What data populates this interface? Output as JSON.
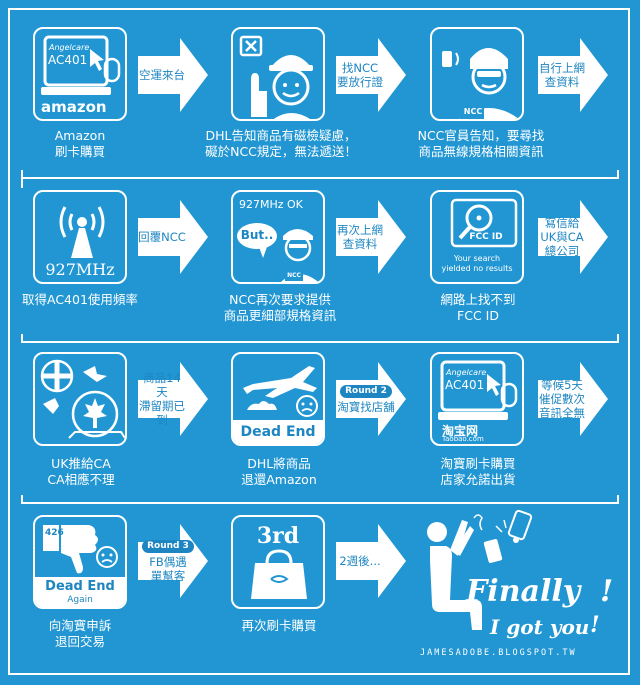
{
  "steps": {
    "s1": {
      "caption": "Amazon\n刷卡購買",
      "brand": "Angelcare",
      "model": "AC401",
      "store": "amazon"
    },
    "s2": {
      "caption": "DHL告知商品有磁檢疑慮，\n礙於NCC規定，無法遞送！"
    },
    "s3": {
      "caption": "NCC官員告知，要尋找\n商品無線規格相關資訊",
      "badge": "NCC"
    },
    "s4": {
      "caption": "取得AC401使用頻率",
      "freq": "927MHz"
    },
    "s5": {
      "caption": "NCC再次要求提供\n商品更細部規格資訊",
      "ok_text": "927MHz OK",
      "but_text": "But..",
      "badge": "NCC"
    },
    "s6": {
      "caption": "網路上找不到\nFCC ID",
      "fcc": "FCC ID",
      "search_text": "Your search\nyielded no results"
    },
    "s7": {
      "caption": "UK推給CA\nCA相應不理"
    },
    "s8": {
      "caption": "DHL將商品\n退還Amazon",
      "dead_end": "Dead End"
    },
    "s9": {
      "caption": "淘寶刷卡購買\n店家允諾出貨",
      "brand": "Angelcare",
      "model": "AC401",
      "store_cn": "淘宝网",
      "store_en": "Taobao.com"
    },
    "s10": {
      "caption": "向淘寶申訴\n退回交易",
      "dead_end": "Dead End",
      "again": "Again",
      "num": "426"
    },
    "s11": {
      "caption": "再次刷卡購買",
      "third": "3rd"
    }
  },
  "arrows": {
    "a1": {
      "text": "空運來台"
    },
    "a2": {
      "text": "找NCC\n要放行證"
    },
    "a3": {
      "text": "自行上網\n查資料"
    },
    "a4": {
      "text": "回覆NCC"
    },
    "a5": {
      "text": "再次上網\n查資料"
    },
    "a6": {
      "text": "寫信給\nUK與CA\n總公司"
    },
    "a7": {
      "text": "商品14天\n滯留期已到"
    },
    "a8": {
      "round": "Round 2",
      "text": "淘寶找店舖"
    },
    "a9": {
      "text": "等候5天\n催促數次\n音訊全無"
    },
    "a10": {
      "round": "Round 3",
      "text": "FB偶遇\n單幫客"
    },
    "a11": {
      "text": "2週後..."
    }
  },
  "finale": {
    "line1": "Finally",
    "line2": "I got you"
  },
  "credit": "JAMESADOBE.BLOGSPOT.TW",
  "colors": {
    "background": "#2196d3",
    "arrow_text": "#1d86c2",
    "white": "#ffffff"
  }
}
